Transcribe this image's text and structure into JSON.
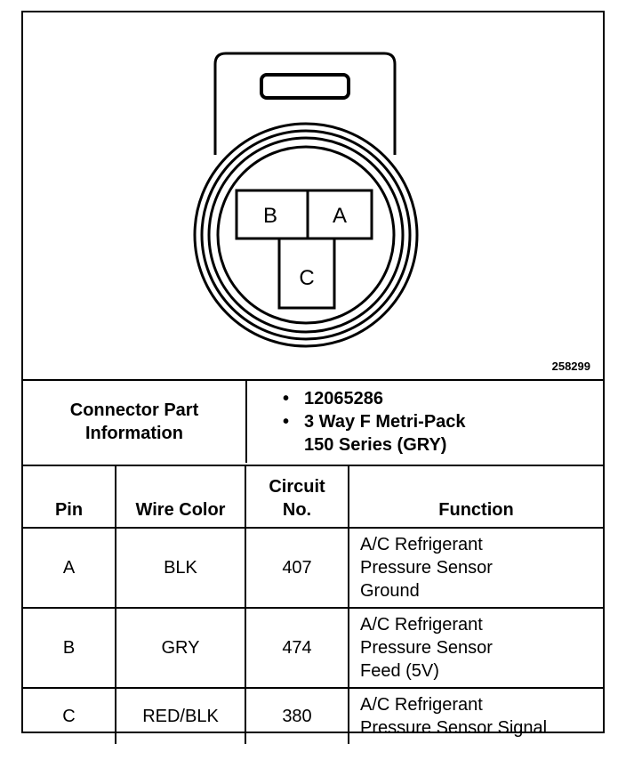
{
  "figure": {
    "id": "258299",
    "pins": [
      {
        "label": "B"
      },
      {
        "label": "A"
      },
      {
        "label": "C"
      }
    ]
  },
  "connector_info": {
    "label_line1": "Connector Part",
    "label_line2": "Information",
    "values": [
      "12065286",
      "3 Way F Metri-Pack",
      "150 Series (GRY)"
    ]
  },
  "pin_table": {
    "headers": {
      "pin": "Pin",
      "wire_color": "Wire Color",
      "circuit_line1": "Circuit",
      "circuit_line2": "No.",
      "function": "Function"
    },
    "rows": [
      {
        "pin": "A",
        "wire_color": "BLK",
        "circuit": "407",
        "function_lines": [
          "A/C Refrigerant",
          "Pressure Sensor",
          "Ground"
        ]
      },
      {
        "pin": "B",
        "wire_color": "GRY",
        "circuit": "474",
        "function_lines": [
          "A/C Refrigerant",
          "Pressure Sensor",
          "Feed (5V)"
        ]
      },
      {
        "pin": "C",
        "wire_color": "RED/BLK",
        "circuit": "380",
        "function_lines": [
          "A/C Refrigerant",
          "Pressure Sensor Signal"
        ]
      }
    ]
  }
}
